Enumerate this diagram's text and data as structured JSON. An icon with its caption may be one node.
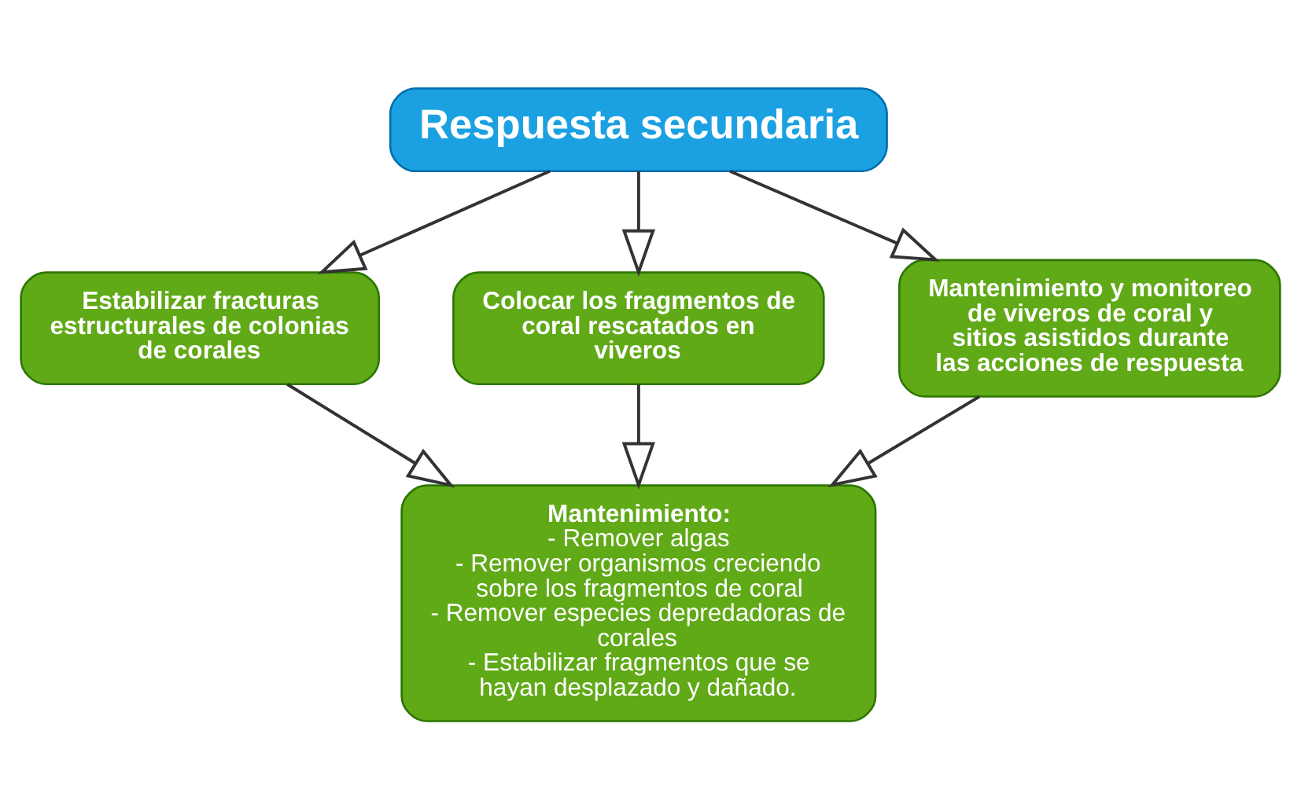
{
  "diagram": {
    "nodes": [
      {
        "text": [
          "Respuesta secundaria"
        ]
      },
      {
        "text": [
          "Estabilizar fracturas estructurales de colonias de corales"
        ]
      },
      {
        "text": [
          "Colocar los fragmentos de coral rescatados en viveros"
        ]
      },
      {
        "text": [
          "Mantenimiento y monitoreo de viveros de coral y sitios asistidos durante las acciones de respuesta"
        ]
      },
      {
        "text": [
          "Mantenimiento:",
          "- Remover algas",
          "- Remover organismos creciendo sobre los fragmentos de coral",
          "- Remover especies depredadoras de corales",
          "- Estabilizar fragmentos que se hayan desplazado y dañado."
        ]
      }
    ],
    "edges": [
      {
        "from": 0,
        "to": 1,
        "arrow": "to"
      },
      {
        "from": 0,
        "to": 2,
        "arrow": "to"
      },
      {
        "from": 0,
        "to": 3,
        "arrow": "to"
      },
      {
        "from": 1,
        "to": 4,
        "arrow": "to"
      },
      {
        "from": 2,
        "to": 4,
        "arrow": "to"
      },
      {
        "from": 3,
        "to": 4,
        "arrow": "to"
      }
    ]
  }
}
